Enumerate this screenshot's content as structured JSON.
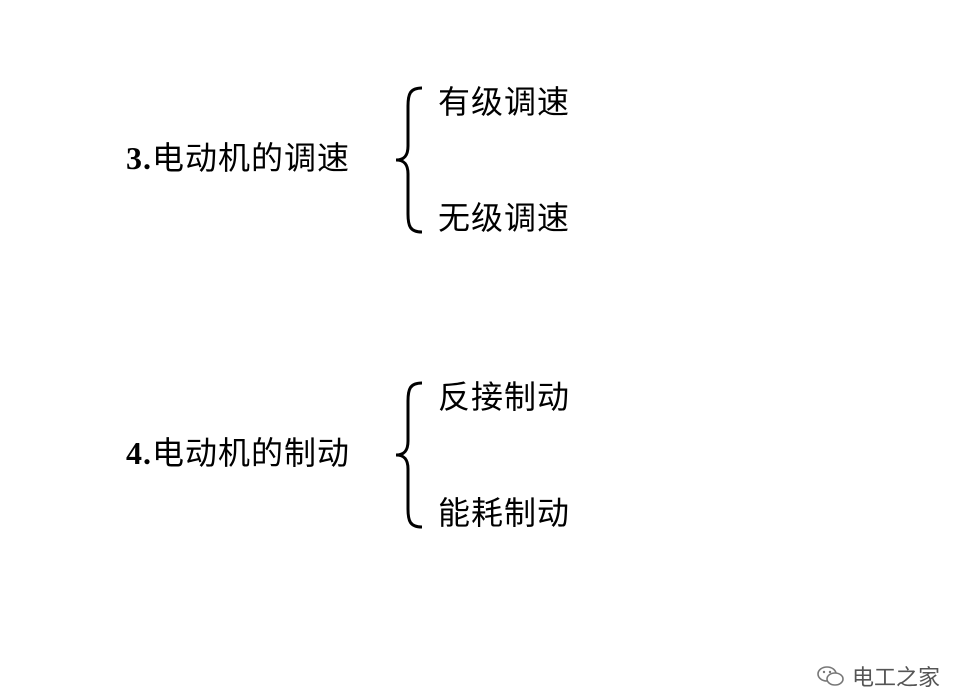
{
  "sections": [
    {
      "number": "3.",
      "title": "电动机的调速",
      "items": [
        "有级调速",
        "无级调速"
      ]
    },
    {
      "number": "4.",
      "title": "电动机的制动",
      "items": [
        "反接制动",
        "能耗制动"
      ]
    }
  ],
  "watermark": {
    "text": "电工之家",
    "icon": "wechat-icon"
  }
}
